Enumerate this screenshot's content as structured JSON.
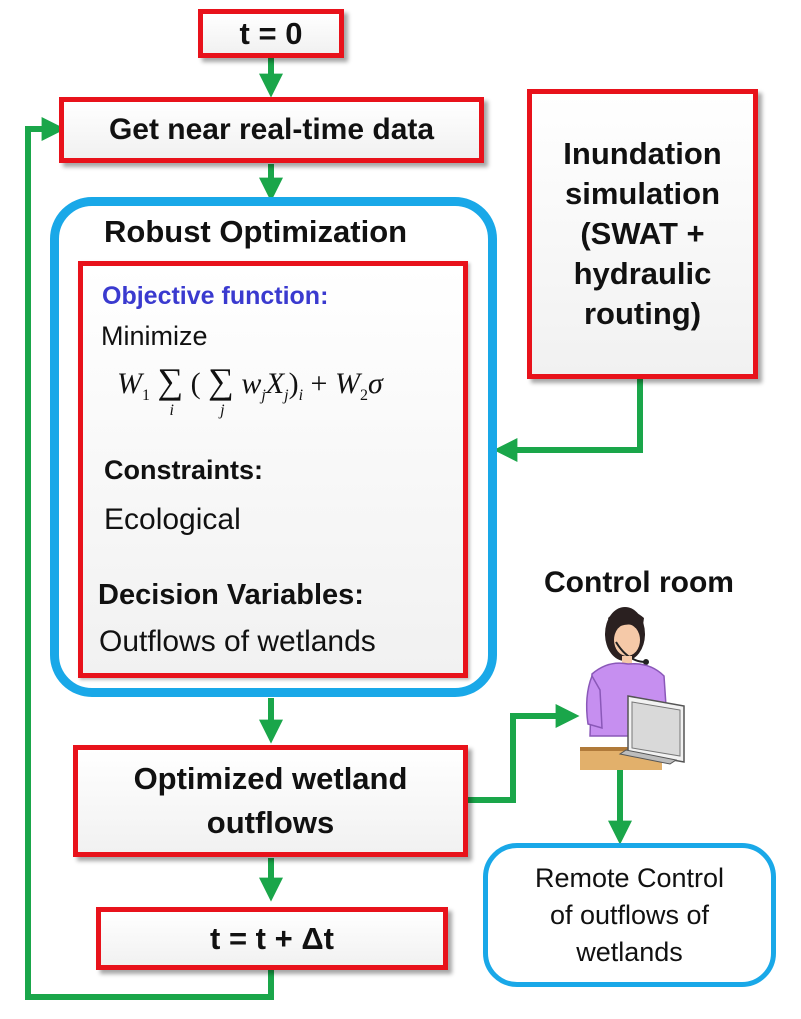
{
  "nodes": {
    "t0": "t = 0",
    "get_data": "Get near real-time data",
    "inundation": [
      "Inundation",
      "simulation",
      "(SWAT +",
      "hydraulic",
      "routing)"
    ],
    "robust_title": "Robust Optimization",
    "objective_label": "Objective function:",
    "minimize": "Minimize",
    "formula": "W₁∑ᵢ(∑ⱼ wⱼXⱼ)ᵢ + W₂σ",
    "constraints_label": "Constraints:",
    "constraints_value": "Ecological",
    "decision_label": "Decision Variables:",
    "decision_value": "Outflows of wetlands",
    "optimized": [
      "Optimized wetland",
      "outflows"
    ],
    "t_update": "t = t  + Δt",
    "control_room": "Control room",
    "remote": [
      "Remote Control",
      "of outflows of",
      "wetlands"
    ]
  },
  "colors": {
    "box_border": "#e8121b",
    "rounded_border": "#19a8e8",
    "arrow": "#1aa64a",
    "objective_text": "#3a3acf"
  },
  "icons": {
    "operator": "person-with-headset-at-computer-icon"
  }
}
